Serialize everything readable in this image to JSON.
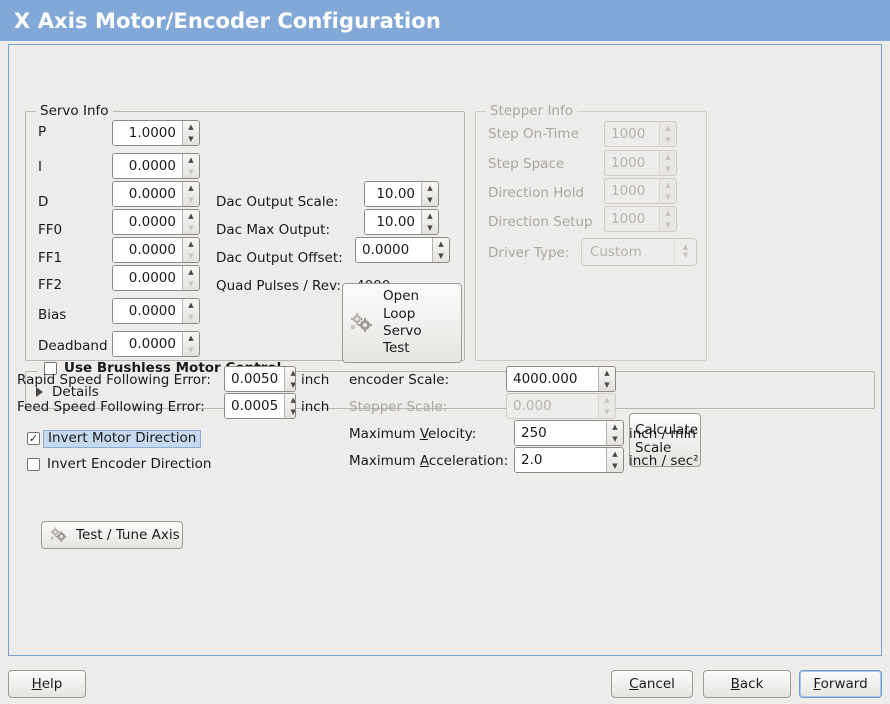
{
  "window": {
    "title": "X Axis Motor/Encoder Configuration"
  },
  "servo_info": {
    "legend": "Servo Info",
    "rows": [
      {
        "label": "P",
        "value": "1.0000",
        "spin_down_enabled": true
      },
      {
        "label": "I",
        "value": "0.0000",
        "spin_down_enabled": false
      },
      {
        "label": "D",
        "value": "0.0000",
        "spin_down_enabled": false
      },
      {
        "label": "FF0",
        "value": "0.0000",
        "spin_down_enabled": false
      },
      {
        "label": "FF1",
        "value": "0.0000",
        "spin_down_enabled": false
      },
      {
        "label": "FF2",
        "value": "0.0000",
        "spin_down_enabled": false
      },
      {
        "label": "Bias",
        "value": "0.0000",
        "spin_down_enabled": true
      },
      {
        "label": "Deadband",
        "value": "0.0000",
        "spin_down_enabled": false
      }
    ],
    "dac_output_scale_label": "Dac Output Scale:",
    "dac_output_scale_value": "10.00",
    "dac_max_output_label": "Dac Max Output:",
    "dac_max_output_value": "10.00",
    "dac_output_offset_label": "Dac Output Offset:",
    "dac_output_offset_value": "0.0000",
    "quad_pulses_label": "Quad Pulses / Rev:",
    "quad_pulses_value": "4000",
    "open_loop_button": {
      "line1": "Open",
      "line2": "Loop",
      "line3": "Servo",
      "line4": "Test",
      "icon": "gears-icon"
    }
  },
  "stepper_info": {
    "legend": "Stepper Info",
    "enabled": false,
    "rows": [
      {
        "label": "Step On-Time",
        "value": "1000"
      },
      {
        "label": "Step Space",
        "value": "1000"
      },
      {
        "label": "Direction Hold",
        "value": "1000"
      },
      {
        "label": "Direction Setup",
        "value": "1000"
      }
    ],
    "driver_type_label": "Driver Type:",
    "driver_type_value": "Custom"
  },
  "brushless": {
    "checkbox_label": "Use Brushless Motor Control",
    "checked": false,
    "details_label": "Details",
    "details_expanded": false
  },
  "errors": {
    "rapid_label": "Rapid Speed Following Error:",
    "rapid_value": "0.0050",
    "rapid_unit": "inch",
    "feed_label": "Feed Speed Following Error:",
    "feed_value": "0.0005",
    "feed_unit": "inch",
    "invert_motor_label": "Invert Motor Direction",
    "invert_motor_checked": true,
    "invert_motor_focused": true,
    "invert_encoder_label": "Invert Encoder Direction",
    "invert_encoder_checked": false,
    "test_tune_label": "Test / Tune Axis",
    "test_tune_icon": "gears-icon"
  },
  "scales": {
    "encoder_scale_label": "encoder Scale:",
    "encoder_scale_value": "4000.000",
    "stepper_scale_label": "Stepper Scale:",
    "stepper_scale_value": "0.000",
    "stepper_scale_enabled": false,
    "max_velocity_label_pre": "Maximum ",
    "max_velocity_label_key": "V",
    "max_velocity_label_post": "elocity:",
    "max_velocity_value": "250",
    "max_velocity_unit": "inch / min",
    "max_accel_label_pre": "Maximum ",
    "max_accel_label_key": "A",
    "max_accel_label_post": "cceleration:",
    "max_accel_value": "2.0",
    "max_accel_unit": "inch / sec²",
    "calculate_scale_line1": "Calculate",
    "calculate_scale_line2": "Scale"
  },
  "footer": {
    "help_pre": "",
    "help_key": "H",
    "help_post": "elp",
    "cancel_pre": "",
    "cancel_key": "C",
    "cancel_post": "ancel",
    "back_pre": "",
    "back_key": "B",
    "back_post": "ack",
    "forward_pre": "",
    "forward_key": "F",
    "forward_post": "orward",
    "forward_focused": true
  },
  "colors": {
    "title_bar": "#82a8d8",
    "panel_border": "#7a9fcd",
    "background": "#edecea",
    "focus_highlight": "#c7d9ef"
  }
}
